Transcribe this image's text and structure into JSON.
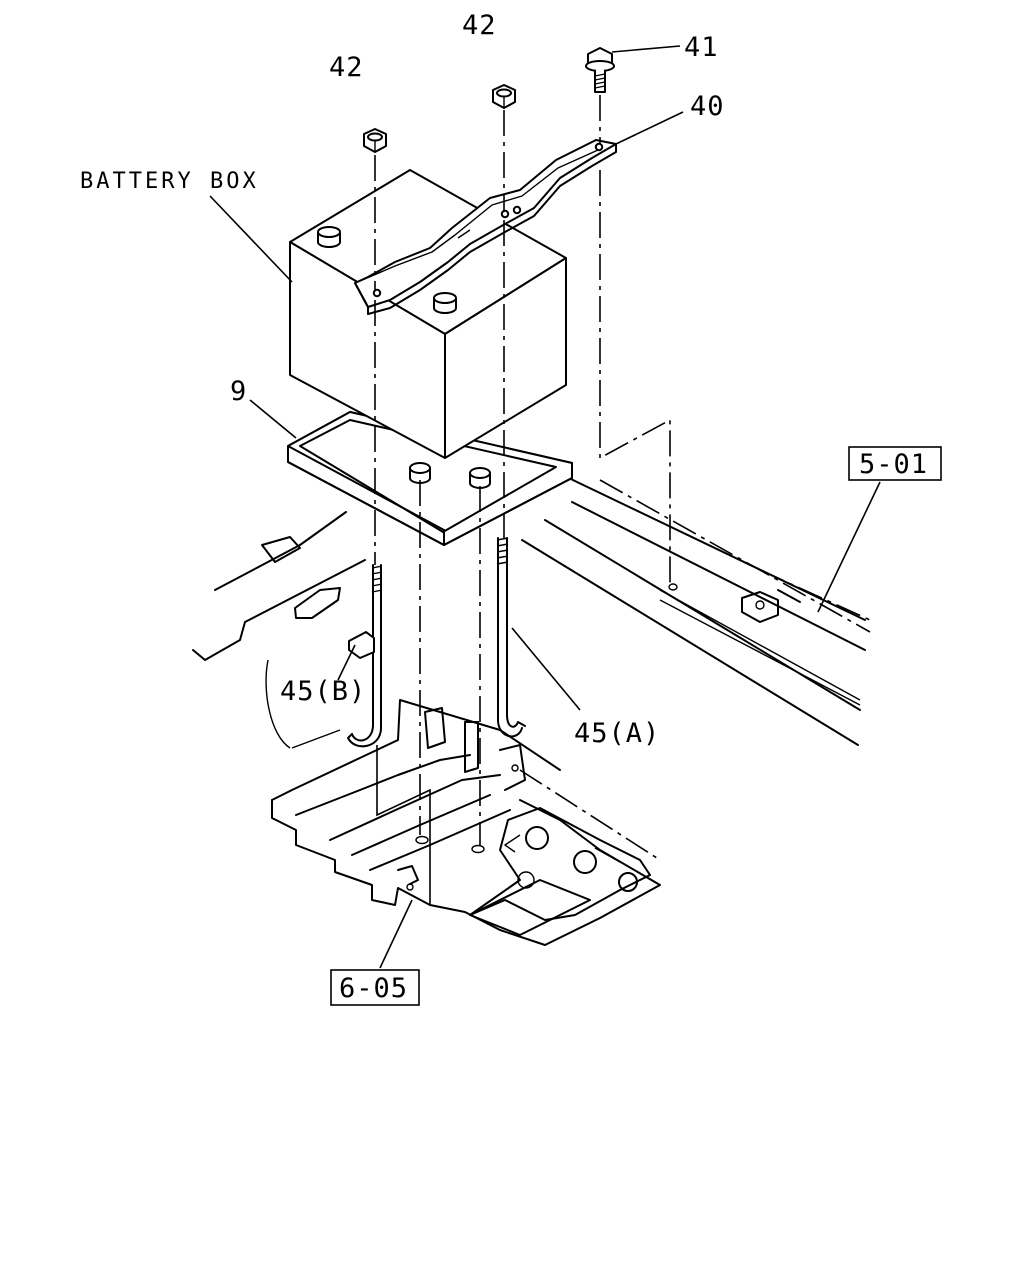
{
  "labels": {
    "nut_left": "42",
    "nut_right": "42",
    "bolt": "41",
    "clamp": "40",
    "battery_box": "BATTERY BOX",
    "tray": "9",
    "rod_b": "45(B)",
    "rod_a": "45(A)",
    "ref_frame": "5-01",
    "ref_floor": "6-05"
  }
}
